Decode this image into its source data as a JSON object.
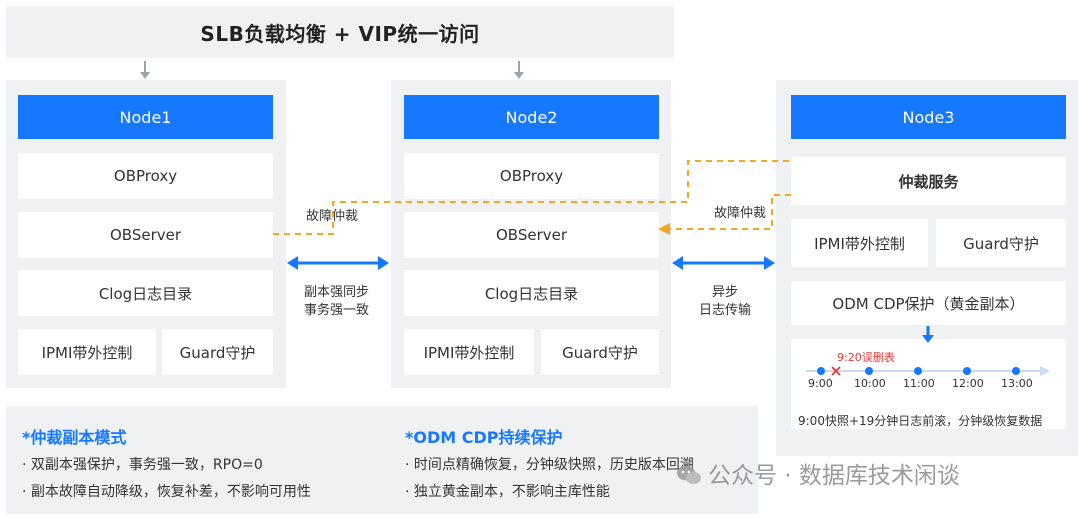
{
  "banner": "SLB负载均衡 + VIP统一访问",
  "node1": {
    "title": "Node1",
    "obproxy": "OBProxy",
    "observer": "OBServer",
    "clog": "Clog日志目录",
    "ipmi": "IPMI带外控制",
    "guard": "Guard守护"
  },
  "node2": {
    "title": "Node2",
    "obproxy": "OBProxy",
    "observer": "OBServer",
    "clog": "Clog日志目录",
    "ipmi": "IPMI带外控制",
    "guard": "Guard守护"
  },
  "node3": {
    "title": "Node3",
    "arbiter": "仲裁服务",
    "ipmi": "IPMI带外控制",
    "guard": "Guard守护",
    "odm": "ODM  CDP保护（黄金副本）"
  },
  "links": {
    "failover_left": "故障仲裁",
    "failover_right": "故障仲裁",
    "sync_line1": "副本强同步",
    "sync_line2": "事务强一致",
    "async_line1": "异步",
    "async_line2": "日志传输"
  },
  "timeline": {
    "event_label": "9:20误删表",
    "ticks": [
      "9:00",
      "10:00",
      "11:00",
      "12:00",
      "13:00"
    ],
    "caption": "9:00快照+19分钟日志前滚，分钟级恢复数据"
  },
  "notes": {
    "left_title": "*仲裁副本模式",
    "left_bullets": [
      "· 双副本强保护，事务强一致，RPO=0",
      "· 副本故障自动降级，恢复补差，不影响可用性"
    ],
    "right_title": "*ODM  CDP持续保护",
    "right_bullets": [
      "· 时间点精确恢复，分钟级快照，历史版本回溯",
      "· 独立黄金副本，不影响主库性能"
    ]
  },
  "watermark": "公众号 · 数据库技术闲谈",
  "colors": {
    "accent": "#1677ff",
    "dashed": "#f5a623",
    "panel": "#f0f1f3",
    "alert": "#e53935"
  }
}
